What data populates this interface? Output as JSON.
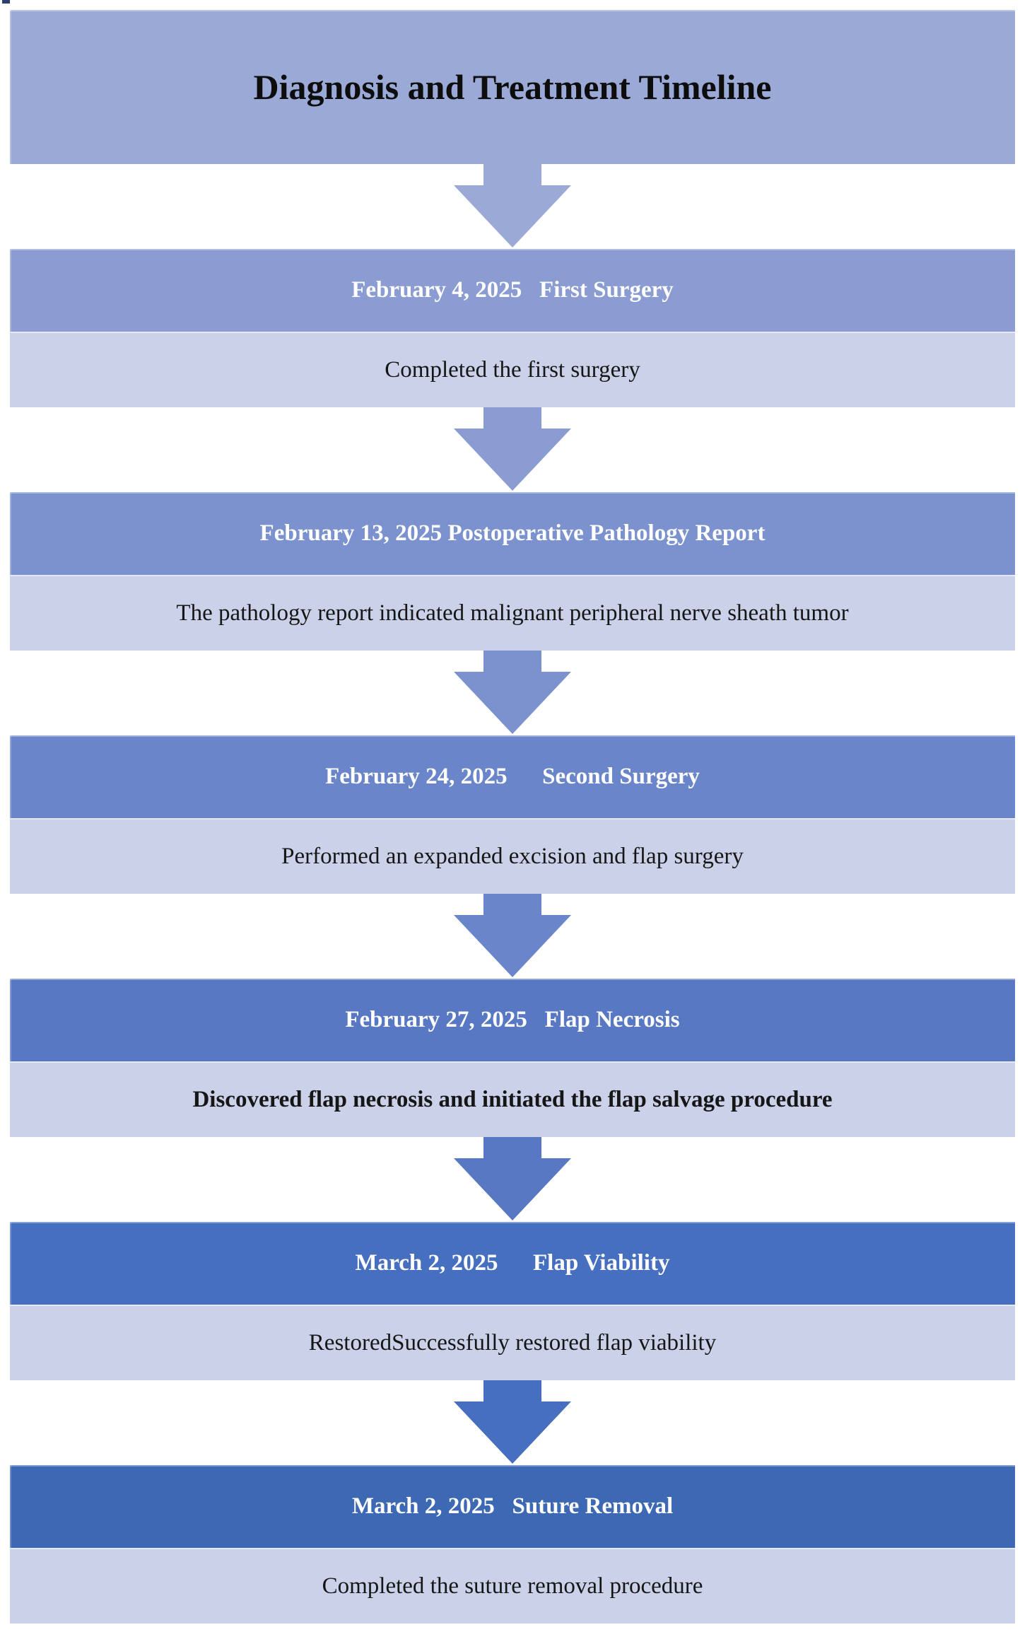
{
  "figure": {
    "title": "Diagnosis and Treatment Timeline",
    "title_bg": "#9BA9D6",
    "title_color": "#0d0d0d"
  },
  "colors": {
    "detail_bg": "#CBD1E8",
    "detail_text": "#161616",
    "header_text": "#ffffff",
    "background": "#ffffff"
  },
  "steps": [
    {
      "date": "February 4, 2025",
      "label": "First Surgery",
      "heading": "February 4, 2025   First Surgery",
      "detail": "Completed the first surgery",
      "detail_weight": "normal",
      "header_bg": "#8B9CD2",
      "arrow_color": "#9BA9D6"
    },
    {
      "date": "February 13, 2025",
      "label": "Postoperative Pathology Report",
      "heading": "February 13, 2025 Postoperative Pathology Report",
      "detail": "The pathology report indicated malignant peripheral nerve sheath tumor",
      "detail_weight": "normal",
      "header_bg": "#7B92CE",
      "arrow_color": "#8B9CD2"
    },
    {
      "date": "February 24, 2025",
      "label": "Second Surgery",
      "heading": "February 24, 2025      Second Surgery",
      "detail": "Performed an expanded excision and flap surgery",
      "detail_weight": "normal",
      "header_bg": "#6A85C9",
      "arrow_color": "#7B92CE"
    },
    {
      "date": "February 27, 2025",
      "label": "Flap Necrosis",
      "heading": "February 27, 2025   Flap Necrosis",
      "detail": "Discovered flap necrosis and initiated the flap salvage procedure",
      "detail_weight": "bold",
      "header_bg": "#5878C4",
      "arrow_color": "#6A85C9"
    },
    {
      "date": "March 2, 2025",
      "label": "Flap Viability",
      "heading": "March 2, 2025      Flap Viability",
      "detail": "RestoredSuccessfully restored flap viability",
      "detail_weight": "normal",
      "header_bg": "#476FC0",
      "arrow_color": "#5878C4"
    },
    {
      "date": "March 2, 2025",
      "label": "Suture Removal",
      "heading": "March 2, 2025   Suture Removal",
      "detail": "Completed the suture removal procedure",
      "detail_weight": "normal",
      "header_bg": "#3C68B4",
      "arrow_color": "#476FC0"
    }
  ]
}
